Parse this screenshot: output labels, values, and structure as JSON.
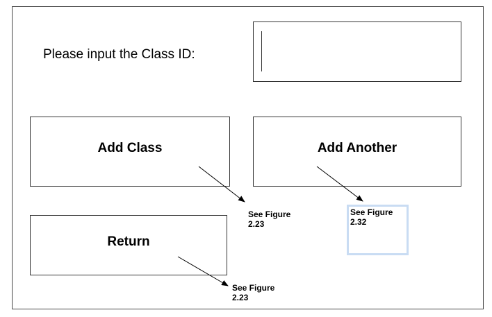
{
  "form": {
    "prompt": "Please input the Class ID:",
    "class_id_value": ""
  },
  "buttons": {
    "add_class": "Add Class",
    "add_another": "Add Another",
    "return": "Return"
  },
  "annotations": [
    {
      "text": "See Figure\n2.23"
    },
    {
      "text": "See Figure\n2.32"
    },
    {
      "text": "See Figure\n2.23"
    }
  ],
  "colors": {
    "border": "#333333",
    "selection_highlight": "#c9dcf3"
  }
}
